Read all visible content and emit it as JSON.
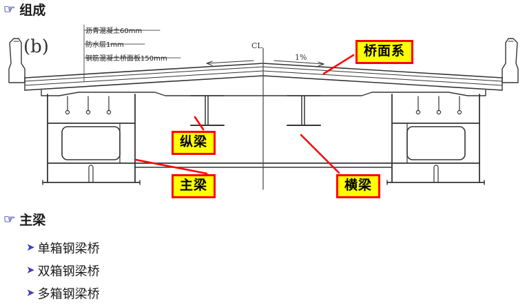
{
  "slide": {
    "headings": [
      {
        "icon": "pointing-hand-icon",
        "text": "组成"
      },
      {
        "icon": "pointing-hand-icon",
        "text": "主梁"
      }
    ],
    "bullets": [
      {
        "icon": "arrow-bullet-icon",
        "text": "单箱钢梁桥"
      },
      {
        "icon": "arrow-bullet-icon",
        "text": "双箱钢梁桥"
      },
      {
        "icon": "arrow-bullet-icon",
        "text": "多箱钢梁桥"
      }
    ]
  },
  "diagram": {
    "figure_label": "(b)",
    "centerline_label": "CL",
    "slope_label": "1%",
    "deck_layers": [
      {
        "text": "沥青混凝土60mm"
      },
      {
        "text": "防水层1mm"
      },
      {
        "text": "钢筋混凝土桥面板150mm"
      }
    ],
    "callouts": [
      {
        "name": "deck-system",
        "text": "桥面系"
      },
      {
        "name": "stringer",
        "text": "纵梁"
      },
      {
        "name": "main-girder",
        "text": "主梁"
      },
      {
        "name": "crossbeam",
        "text": "横梁"
      }
    ],
    "colors": {
      "callout_fill": "#FFFF00",
      "callout_border": "#FF0000",
      "leader_line": "#FF0000",
      "line_work": "#333333",
      "bullet": "#4040C0"
    }
  }
}
